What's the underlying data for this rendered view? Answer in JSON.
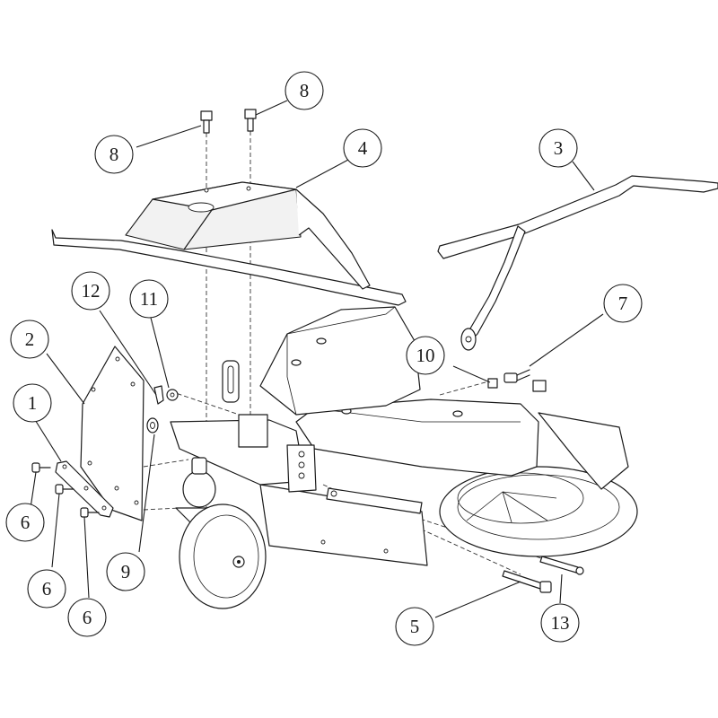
{
  "callouts": [
    {
      "id": "c1",
      "label": "1"
    },
    {
      "id": "c2",
      "label": "2"
    },
    {
      "id": "c3",
      "label": "3"
    },
    {
      "id": "c4",
      "label": "4"
    },
    {
      "id": "c5",
      "label": "5"
    },
    {
      "id": "c6a",
      "label": "6"
    },
    {
      "id": "c6b",
      "label": "6"
    },
    {
      "id": "c6c",
      "label": "6"
    },
    {
      "id": "c7",
      "label": "7"
    },
    {
      "id": "c8a",
      "label": "8"
    },
    {
      "id": "c8b",
      "label": "8"
    },
    {
      "id": "c9",
      "label": "9"
    },
    {
      "id": "c10",
      "label": "10"
    },
    {
      "id": "c11",
      "label": "11"
    },
    {
      "id": "c12",
      "label": "12"
    },
    {
      "id": "c13",
      "label": "13"
    }
  ]
}
